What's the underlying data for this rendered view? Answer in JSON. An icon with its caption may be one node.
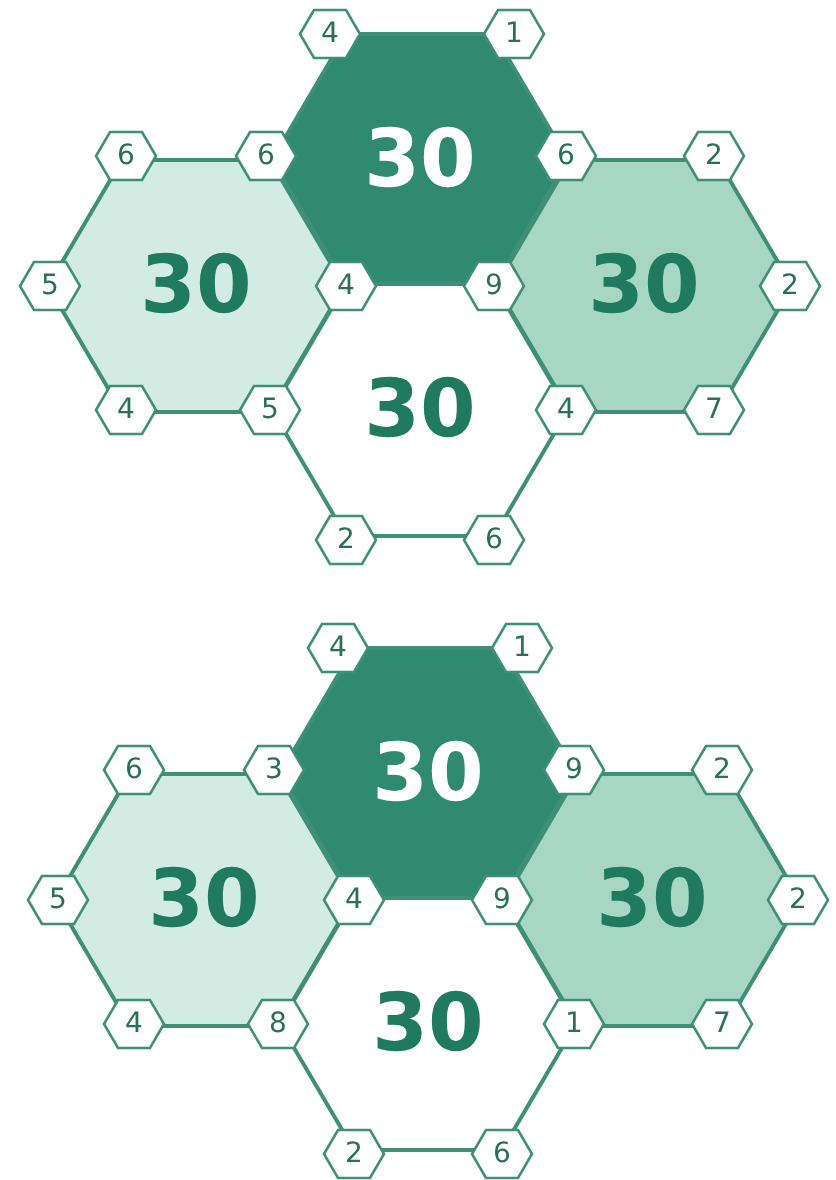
{
  "diagram": {
    "nodes": [
      {
        "text": [
          "4"
        ]
      },
      {
        "text": [
          "1"
        ]
      },
      {
        "text": [
          "6"
        ]
      },
      {
        "text": [
          "6"
        ]
      },
      {
        "text": [
          "30"
        ]
      },
      {
        "text": [
          "6"
        ]
      },
      {
        "text": [
          "2"
        ]
      },
      {
        "text": [
          "5"
        ]
      },
      {
        "text": [
          "30"
        ]
      },
      {
        "text": [
          "4"
        ]
      },
      {
        "text": [
          "9"
        ]
      },
      {
        "text": [
          "30"
        ]
      },
      {
        "text": [
          "2"
        ]
      },
      {
        "text": [
          "4"
        ]
      },
      {
        "text": [
          "5"
        ]
      },
      {
        "text": [
          "30"
        ]
      },
      {
        "text": [
          "4"
        ]
      },
      {
        "text": [
          "7"
        ]
      },
      {
        "text": [
          "2"
        ]
      },
      {
        "text": [
          "6"
        ]
      },
      {
        "text": [
          "4"
        ]
      },
      {
        "text": [
          "1"
        ]
      },
      {
        "text": [
          "6"
        ]
      },
      {
        "text": [
          "3"
        ]
      },
      {
        "text": [
          "30"
        ]
      },
      {
        "text": [
          "9"
        ]
      },
      {
        "text": [
          "2"
        ]
      },
      {
        "text": [
          "5"
        ]
      },
      {
        "text": [
          "30"
        ]
      },
      {
        "text": [
          "4"
        ]
      },
      {
        "text": [
          "9"
        ]
      },
      {
        "text": [
          "30"
        ]
      },
      {
        "text": [
          "2"
        ]
      },
      {
        "text": [
          "4"
        ]
      },
      {
        "text": [
          "8"
        ]
      },
      {
        "text": [
          "30"
        ]
      },
      {
        "text": [
          "1"
        ]
      },
      {
        "text": [
          "7"
        ]
      },
      {
        "text": [
          "2"
        ]
      },
      {
        "text": [
          "6"
        ]
      }
    ]
  }
}
